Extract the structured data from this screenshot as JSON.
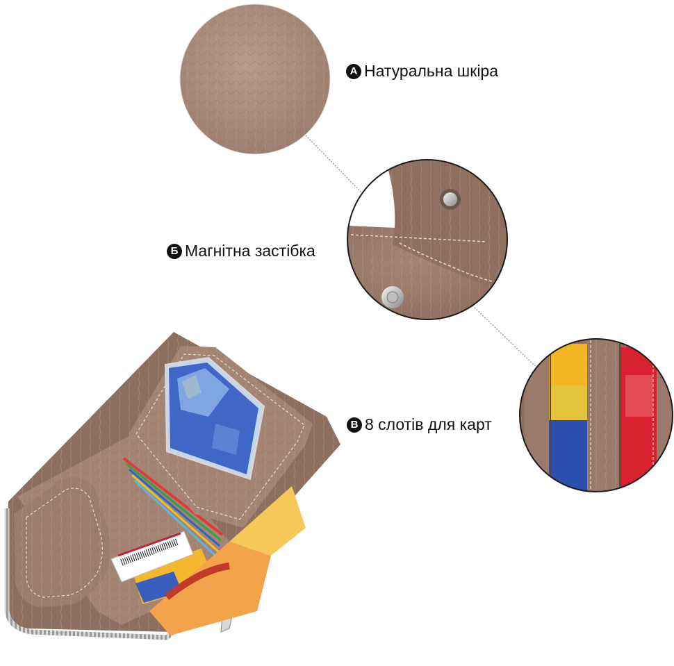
{
  "features": [
    {
      "badge": "A",
      "label": "Натуральна шкіра",
      "icon": "leather-texture-icon"
    },
    {
      "badge": "Б",
      "label": "Магнітна застібка",
      "icon": "magnetic-clasp-icon"
    },
    {
      "badge": "В",
      "label": "8 слотів для карт",
      "icon": "card-slots-icon"
    }
  ],
  "colors": {
    "leather": "#a48574",
    "leather_dark": "#7d6253",
    "badge": "#111111",
    "text": "#111111",
    "connector": "#888888"
  }
}
